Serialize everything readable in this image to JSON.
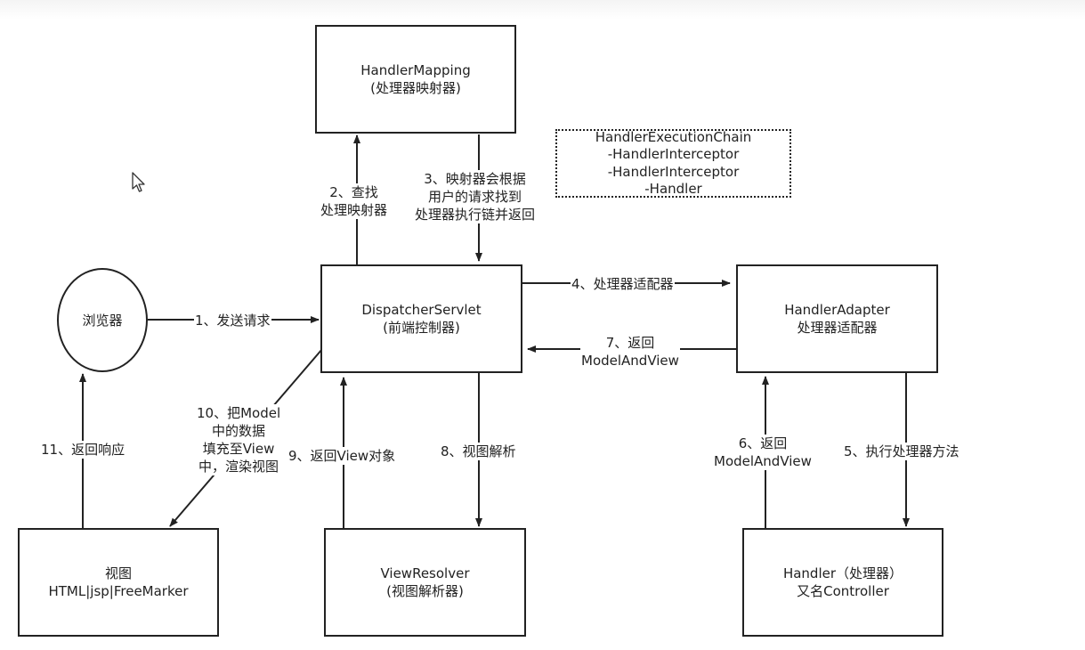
{
  "nodes": {
    "handler_mapping": {
      "title": "HandlerMapping",
      "subtitle": "(处理器映射器)"
    },
    "dispatcher": {
      "title": "DispatcherServlet",
      "subtitle": "(前端控制器)"
    },
    "handler_adapter": {
      "title": "HandlerAdapter",
      "subtitle": "处理器适配器"
    },
    "browser": {
      "title": "浏览器"
    },
    "view": {
      "title": "视图",
      "subtitle": "HTML|jsp|FreeMarker"
    },
    "view_resolver": {
      "title": "ViewResolver",
      "subtitle": "(视图解析器)"
    },
    "handler": {
      "title": "Handler（处理器）",
      "subtitle": "又名Controller"
    }
  },
  "execution_chain": {
    "lines": [
      "HandlerExecutionChain",
      "-HandlerInterceptor",
      "-HandlerInterceptor",
      "-Handler"
    ]
  },
  "edges": {
    "e1": [
      "1、发送请求"
    ],
    "e2": [
      "2、查找",
      "处理映射器"
    ],
    "e3": [
      "3、映射器会根据",
      "用户的请求找到",
      "处理器执行链并返回"
    ],
    "e4": [
      "4、处理器适配器"
    ],
    "e5": [
      "5、执行处理器方法"
    ],
    "e6": [
      "6、返回",
      "ModelAndView"
    ],
    "e7": [
      "7、返回",
      "ModelAndView"
    ],
    "e8": [
      "8、视图解析"
    ],
    "e9": [
      "9、返回View对象"
    ],
    "e10": [
      "10、把Model",
      "中的数据",
      "填充至View",
      "中，渲染视图"
    ],
    "e11": [
      "11、返回响应"
    ]
  },
  "colors": {
    "stroke": "#222222",
    "background": "#ffffff"
  },
  "icons": {
    "cursor": "mouse-pointer-icon"
  }
}
